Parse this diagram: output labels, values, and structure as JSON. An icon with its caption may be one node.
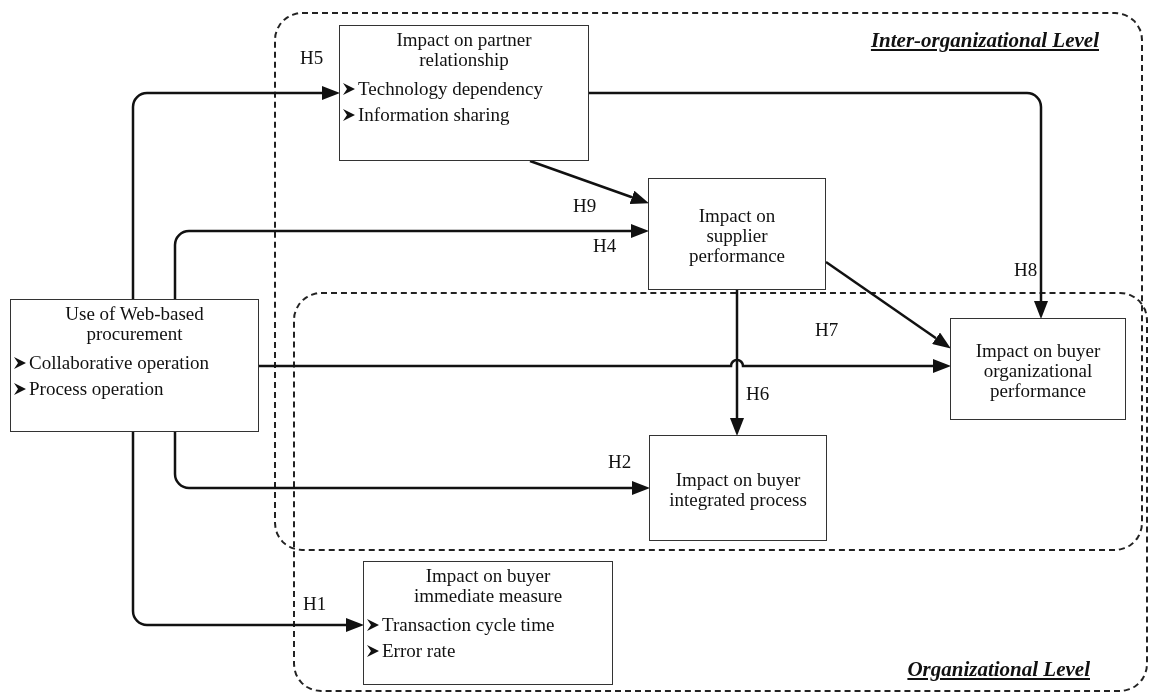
{
  "diagram": {
    "nodes": [
      {
        "text": [
          "Inter-organizational Level"
        ]
      },
      {
        "text": [
          "Impact on partner relationship",
          "Technology dependency",
          "Information sharing"
        ],
        "in": 0
      },
      {
        "text": [
          "Impact on supplier performance"
        ],
        "in": 0
      },
      {
        "text": [
          "Use of Web-based procurement",
          "Collaborative operation",
          "Process operation"
        ]
      },
      {
        "text": [
          "Impact on buyer organizational performance"
        ]
      },
      {
        "text": [
          "Impact on buyer integrated process"
        ]
      },
      {
        "text": [
          "Organizational Level"
        ]
      },
      {
        "text": [
          "Impact on buyer immediate measure",
          "Transaction cycle time",
          "Error rate"
        ],
        "in": 6
      }
    ],
    "edges": [
      {
        "from": 3,
        "to": 1,
        "arrow": "to",
        "label": "H5"
      },
      {
        "from": 3,
        "to": 2,
        "arrow": "to",
        "label": "H4"
      },
      {
        "from": 1,
        "to": 2,
        "arrow": "to",
        "label": "H9"
      },
      {
        "from": 1,
        "to": 4,
        "arrow": "to",
        "label": "H8"
      },
      {
        "from": 2,
        "to": 4,
        "arrow": "to",
        "label": "H7"
      },
      {
        "from": 2,
        "to": 5,
        "arrow": "to",
        "label": "H6"
      },
      {
        "from": 3,
        "to": 4,
        "arrow": "to"
      },
      {
        "from": 3,
        "to": 5,
        "arrow": "to",
        "label": "H2"
      },
      {
        "from": 3,
        "to": 7,
        "arrow": "to",
        "label": "H1"
      }
    ]
  }
}
